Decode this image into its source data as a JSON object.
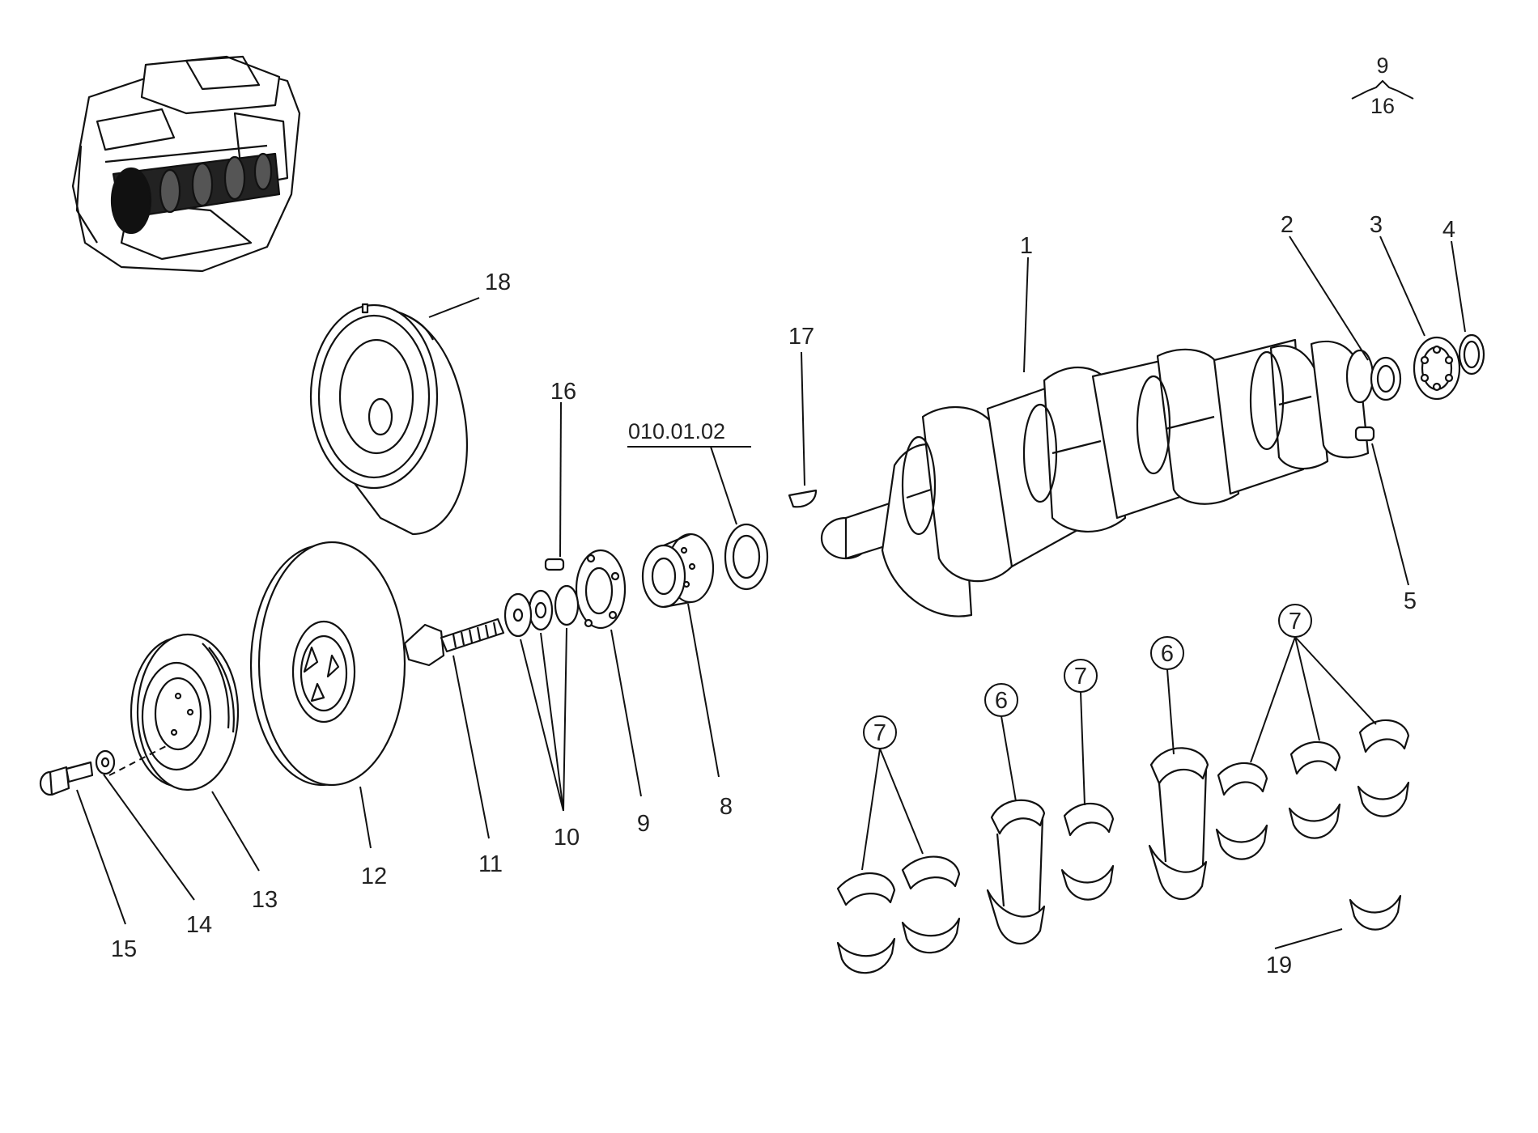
{
  "diagram": {
    "type": "exploded-parts-view",
    "page_ref": {
      "numerator": "9",
      "denominator": "16"
    },
    "group_ref": "010.01.02",
    "callouts": [
      "1",
      "2",
      "3",
      "4",
      "5",
      "6",
      "7",
      "8",
      "9",
      "10",
      "11",
      "12",
      "13",
      "14",
      "15",
      "16",
      "17",
      "18",
      "19"
    ],
    "circled_callouts": [
      "7",
      "6",
      "7",
      "6",
      "7"
    ],
    "inset_image": "engine-overview-with-crankshaft-highlighted"
  }
}
